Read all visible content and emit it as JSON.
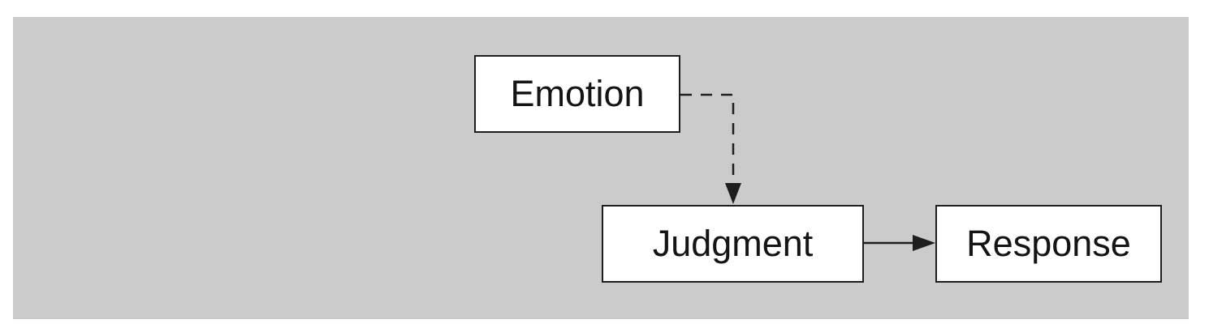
{
  "diagram": {
    "nodes": {
      "emotion": "Emotion",
      "judgment": "Judgment",
      "response": "Response"
    },
    "edges": [
      {
        "from": "Emotion",
        "to": "Judgment",
        "style": "dashed"
      },
      {
        "from": "Judgment",
        "to": "Response",
        "style": "solid"
      }
    ]
  },
  "colors": {
    "background_panel": "#cbcbcb",
    "node_fill": "#ffffff",
    "stroke": "#1e1e1e"
  }
}
